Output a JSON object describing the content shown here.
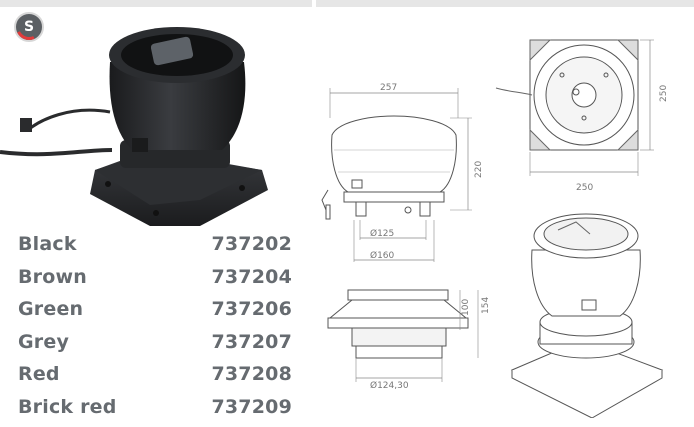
{
  "badge": {
    "letter": "S",
    "color": "#5b5f63",
    "accent": "#e23b3b"
  },
  "products": [
    {
      "color": "Black",
      "code": "737202"
    },
    {
      "color": "Brown",
      "code": "737204"
    },
    {
      "color": "Green",
      "code": "737206"
    },
    {
      "color": "Grey",
      "code": "737207"
    },
    {
      "color": "Red",
      "code": "737208"
    },
    {
      "color": "Brick red",
      "code": "737209"
    }
  ],
  "dimensions": {
    "side_width": "257",
    "side_height": "220",
    "diameter_inner": "Ø125",
    "diameter_outer": "Ø160",
    "top_width": "250",
    "top_height": "250",
    "base_height_inner": "100",
    "base_height_outer": "154",
    "base_diameter": "Ø124,30"
  },
  "icons": [
    "s-badge-icon",
    "fan-product-photo",
    "technical-drawing"
  ],
  "text_color": "#666b70"
}
